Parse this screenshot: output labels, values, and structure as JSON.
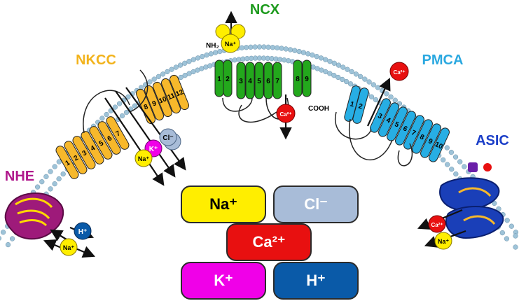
{
  "transporters": {
    "ncx": "NCX",
    "nkcc": "NKCC",
    "pmca": "PMCA",
    "asic": "ASIC",
    "nhe": "NHE"
  },
  "termini": {
    "nh2": "NH₂",
    "cooh": "COOH"
  },
  "ncx_segments": [
    "1",
    "2",
    "3",
    "4",
    "5",
    "6",
    "7",
    "8",
    "9"
  ],
  "nkcc_segments": [
    "1",
    "2",
    "3",
    "4",
    "5",
    "6",
    "7",
    "8",
    "9",
    "10",
    "11",
    "12"
  ],
  "pmca_segments": [
    "1",
    "2",
    "3",
    "4",
    "5",
    "6",
    "7",
    "8",
    "9",
    "10"
  ],
  "ions": {
    "na": "Na⁺",
    "cl": "Cl⁻",
    "ca": "Ca²⁺",
    "k": "K⁺",
    "h": "H⁺"
  },
  "legend": [
    {
      "key": "na",
      "label": "Na⁺",
      "color": "#ffee00"
    },
    {
      "key": "cl",
      "label": "Cl⁻",
      "color": "#a8bcd8"
    },
    {
      "key": "ca",
      "label": "Ca²⁺",
      "color": "#e81010"
    },
    {
      "key": "k",
      "label": "K⁺",
      "color": "#f000e8"
    },
    {
      "key": "h",
      "label": "H⁺",
      "color": "#0a5aa8"
    }
  ],
  "colors": {
    "ncx": "#23a81c",
    "nkcc": "#f7b82b",
    "pmca": "#27aee4",
    "asic": "#1a3fb8",
    "nhe": "#9e1a7a",
    "membrane": "#9ec3d8",
    "ncx_label": "#1c9a1c",
    "nkcc_label": "#f2b31c",
    "pmca_label": "#2aa8e0",
    "asic_label": "#1c3fc8",
    "nhe_label": "#b0188c"
  }
}
